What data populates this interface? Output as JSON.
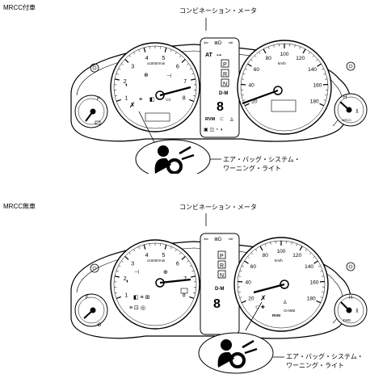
{
  "panels": [
    {
      "title": "MRCC付車",
      "header_label": "コンビネーション・メータ",
      "callout_line1": "エア・バッグ・システム・",
      "callout_line2": "ワーニング・ライト",
      "tach": {
        "numbers": [
          "1",
          "2",
          "3",
          "4",
          "5",
          "6",
          "7",
          "8"
        ],
        "unit": "x1000r/min"
      },
      "speedo": {
        "numbers": [
          "20",
          "40",
          "60",
          "80",
          "100",
          "120",
          "140",
          "160",
          "180"
        ],
        "unit": "km/h"
      },
      "center": {
        "at": "AT",
        "gears": [
          "P",
          "R",
          "N"
        ],
        "dm": "D-M",
        "digit": "8",
        "rvm": "RVM"
      },
      "fuel": {
        "full": "F"
      },
      "temp": {
        "hot": "H",
        "label": "MRCC"
      }
    },
    {
      "title": "MRCC無車",
      "header_label": "コンビネーション・メータ",
      "callout_line1": "エア・バッグ・システム・",
      "callout_line2": "ワーニング・ライト",
      "tach": {
        "numbers": [
          "1",
          "2",
          "3",
          "4",
          "5",
          "6",
          "7",
          "8"
        ],
        "unit": "x1000r/min"
      },
      "speedo": {
        "numbers": [
          "20",
          "40",
          "60",
          "80",
          "100",
          "120",
          "140",
          "160",
          "180"
        ],
        "unit": "km/h"
      },
      "center": {
        "gears": [
          "P",
          "R",
          "N"
        ],
        "dm": "D-M",
        "digit": "8",
        "rvm": "RVM",
        "chime": "CHIME"
      },
      "fuel": {
        "full": "F"
      },
      "temp": {
        "hot": "H",
        "label": "4WD"
      }
    }
  ]
}
